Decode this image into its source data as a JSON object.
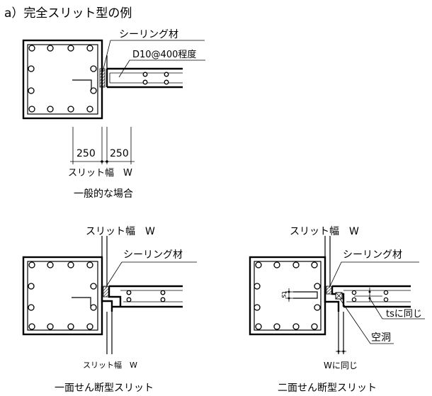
{
  "title": "a）完全スリット型の例",
  "diagram_a": {
    "sealing_label": "シーリング材",
    "rebar_label": "D10@400程度",
    "dim_left": "250",
    "dim_right": "250",
    "slit_width_label": "スリット幅　W",
    "caption": "一般的な場合"
  },
  "diagram_b": {
    "slit_width_label_top": "スリット幅　W",
    "sealing_label": "シーリング材",
    "slit_width_label_bottom": "スリット幅　W",
    "caption": "一面せん断型スリット"
  },
  "diagram_c": {
    "slit_width_label_top": "スリット幅　W",
    "sealing_label": "シーリング材",
    "ts_label": "ts",
    "ts_same_label": "tsに同じ",
    "cavity_label": "空洞",
    "w_same_label": "Wに同じ",
    "caption": "二面せん断型スリット"
  }
}
